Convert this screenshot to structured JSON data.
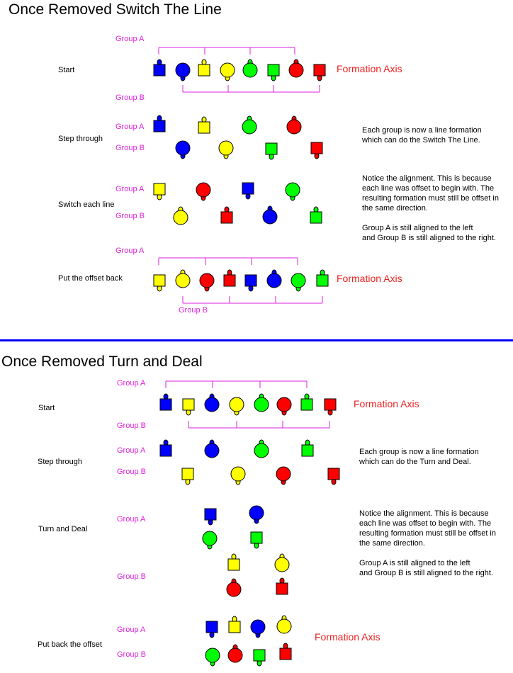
{
  "colors": {
    "blue": "#0000ff",
    "red": "#ff0000",
    "yellow": "#ffff00",
    "green": "#00ff00",
    "bracket": "#dd22dd",
    "axis_label": "#ee2222",
    "divider": "#0000ff"
  },
  "section1": {
    "title": "Once Removed Switch The Line",
    "steps": [
      "Start",
      "Step through",
      "Switch each line",
      "Put the offset back"
    ],
    "note1": "Each group is now a line formation\nwhich can do the Switch The Line.",
    "note2": "Notice the alignment. This is because\neach line was offset to begin with. The\nresulting formation must still be offset in\nthe same direction.\n\nGroup A is still aligned to the left\nand Group B is still aligned to the right."
  },
  "section2": {
    "title": "Once Removed Turn and Deal",
    "steps": [
      "Start",
      "Step through",
      "Turn and Deal",
      "Put back the offset"
    ],
    "note1": "Each group is now a line formation\nwhich can do the Turn and Deal.",
    "note2": "Notice the alignment. This is because\neach line was offset to begin with. The\nresulting formation must still be offset in\nthe same direction.\n\nGroup A is still aligned to the left\nand Group B is still aligned to the right."
  },
  "labels": {
    "group_a": "Group A",
    "group_b": "Group B",
    "formation_axis": "Formation Axis"
  }
}
